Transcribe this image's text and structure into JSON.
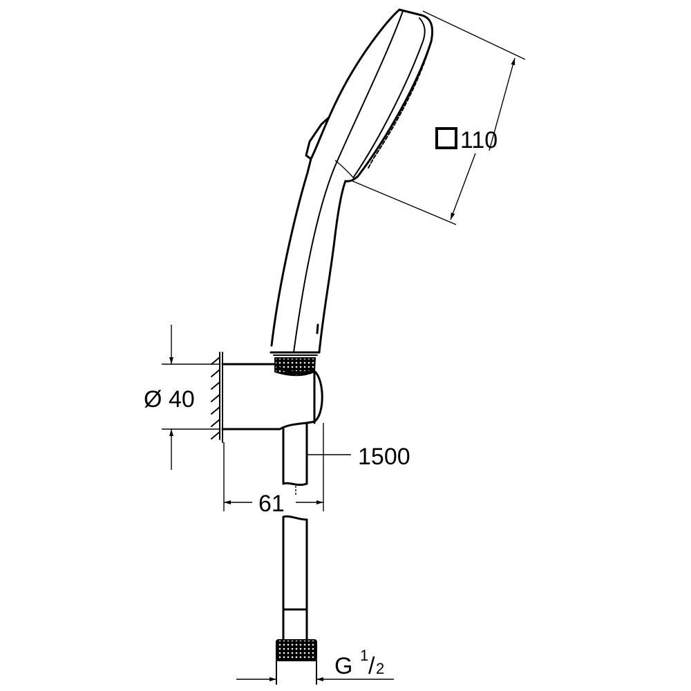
{
  "drawing": {
    "subject": "Hand shower set with wall holder and hose",
    "dimensions": {
      "head_size": {
        "symbol": "square-icon",
        "value": "110"
      },
      "holder_diameter": {
        "symbol": "Ø",
        "value": "40"
      },
      "hose_length": {
        "value": "1500"
      },
      "holder_projection": {
        "value": "61"
      },
      "connection_thread": {
        "prefix": "G",
        "numerator": "1",
        "separator": "/",
        "denominator": "2"
      }
    },
    "colors": {
      "line": "#000000",
      "background": "#ffffff"
    }
  }
}
